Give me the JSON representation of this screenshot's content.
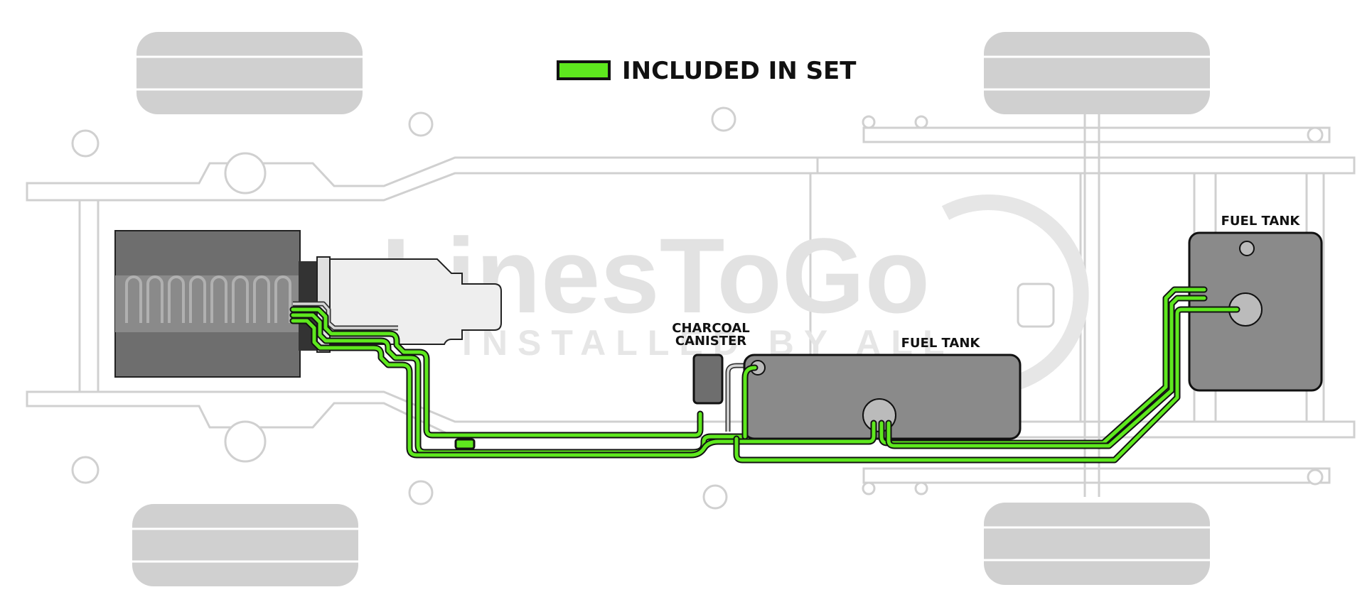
{
  "legend": {
    "label": "INCLUDED IN SET",
    "swatch_color": "#5ee81e"
  },
  "watermark": {
    "brand": "LinesToGo",
    "tagline": "INSTALLED BY ALL"
  },
  "labels": {
    "charcoal_canister_line1": "CHARCOAL",
    "charcoal_canister_line2": "CANISTER",
    "fuel_tank_main": "FUEL TANK",
    "fuel_tank_aux": "FUEL TANK"
  },
  "colors": {
    "line_fill": "#5ee81e",
    "line_outline": "#111111",
    "frame": "#d0d0d0",
    "tank": "#8a8a8a"
  }
}
